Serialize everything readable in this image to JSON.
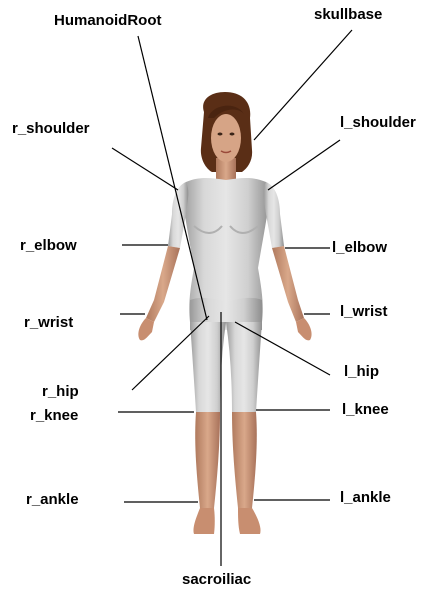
{
  "labels": {
    "humanoid_root": "HumanoidRoot",
    "skullbase": "skullbase",
    "r_shoulder": "r_shoulder",
    "l_shoulder": "l_shoulder",
    "r_elbow": "r_elbow",
    "l_elbow": "l_elbow",
    "r_wrist": "r_wrist",
    "l_wrist": "l_wrist",
    "r_hip": "r_hip",
    "l_hip": "l_hip",
    "r_knee": "r_knee",
    "l_knee": "l_knee",
    "r_ankle": "r_ankle",
    "l_ankle": "l_ankle",
    "sacroiliac": "sacroiliac"
  },
  "colors": {
    "background": "#ffffff",
    "suit": "#d4d4d4",
    "suit_shadow": "#9c9c9c",
    "skin": "#d19a7c",
    "hair": "#5a2e16",
    "line": "#000000"
  }
}
